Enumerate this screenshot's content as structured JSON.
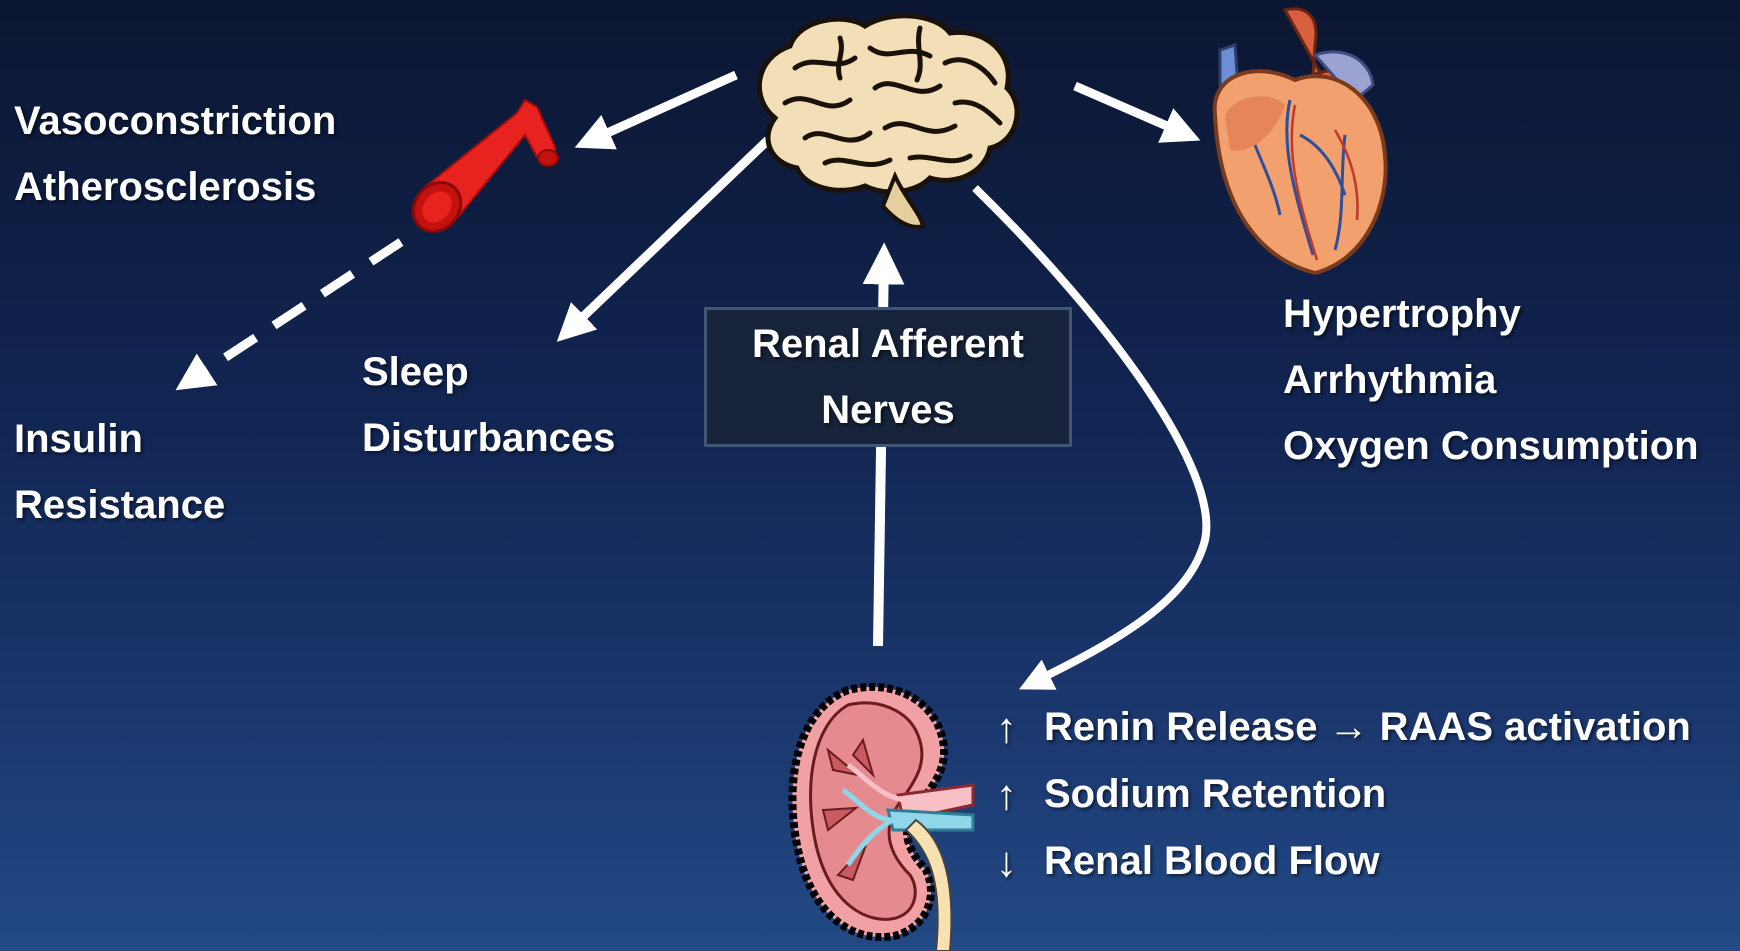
{
  "labels": {
    "vessel": [
      "Vasoconstriction",
      "Atherosclerosis"
    ],
    "insulin": [
      "Insulin",
      "Resistance"
    ],
    "sleep": [
      "Sleep",
      "Disturbances"
    ],
    "heart": [
      "Hypertrophy",
      "Arrhythmia",
      "Oxygen Consumption"
    ]
  },
  "center_box": {
    "line1": "Renal Afferent",
    "line2": "Nerves"
  },
  "kidney_effects": [
    {
      "direction": "↑",
      "text": "Renin Release → RAAS activation"
    },
    {
      "direction": "↑",
      "text": "Sodium Retention"
    },
    {
      "direction": "↓",
      "text": "Renal Blood Flow"
    }
  ],
  "icons": [
    "brain-icon",
    "heart-icon",
    "artery-icon",
    "kidney-icon"
  ],
  "colors": {
    "background_top": "#0b1631",
    "background_bottom": "#234a86",
    "box_fill": "#17233a",
    "box_border": "#3e5777",
    "arrow": "#ffffff",
    "artery": "#e8231f"
  }
}
